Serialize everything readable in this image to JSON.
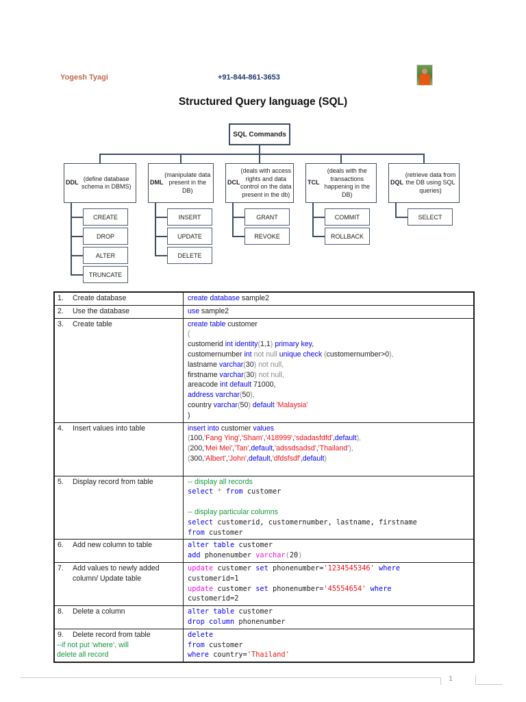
{
  "header": {
    "author": "Yogesh Tyagi",
    "phone": "+91-844-861-3653",
    "photo_icon": "person-portrait-photo"
  },
  "title": "Structured Query language (SQL)",
  "diagram": {
    "root": "SQL Commands",
    "branches": [
      {
        "abbr": "DDL",
        "desc": " (define database schema in DBMS)",
        "children": [
          "CREATE",
          "DROP",
          "ALTER",
          "TRUNCATE"
        ]
      },
      {
        "abbr": "DML",
        "desc": " (manipulate data present in the DB)",
        "children": [
          "INSERT",
          "UPDATE",
          "DELETE"
        ]
      },
      {
        "abbr": "DCL",
        "desc": " (deals with access rights and data control on the data present in the db)",
        "children": [
          "GRANT",
          "REVOKE"
        ]
      },
      {
        "abbr": "TCL",
        "desc": " (deals with the transactions happening in the DB)",
        "children": [
          "COMMIT",
          "ROLLBACK"
        ]
      },
      {
        "abbr": "DQL",
        "desc": " (retrieve data from the DB using SQL queries)",
        "children": [
          "SELECT"
        ]
      }
    ]
  },
  "colors": {
    "keyword_blue": "#0600ee",
    "string_red": "#ef1015",
    "comment_green": "#14993a",
    "function_magenta": "#f00fe0",
    "operator_gray": "#8a8a8a",
    "accent_orange": "#c0694a",
    "phone_navy": "#20386e",
    "diagram_line": "#3e4b60"
  },
  "table": {
    "rows": [
      {
        "num": "1.",
        "label": "Create database",
        "label_extra": [],
        "code": [
          {
            "mono": false,
            "segs": [
              [
                "create database ",
                "b"
              ],
              [
                "sample2",
                "k"
              ]
            ]
          }
        ]
      },
      {
        "num": "2.",
        "label": "Use the database",
        "label_extra": [],
        "code": [
          {
            "mono": false,
            "segs": [
              [
                "use ",
                "b"
              ],
              [
                "sample2",
                "k"
              ]
            ]
          }
        ]
      },
      {
        "num": "3.",
        "label": "Create table",
        "label_extra": [],
        "code": [
          {
            "mono": false,
            "segs": [
              [
                "create table ",
                "b"
              ],
              [
                "customer",
                "k"
              ]
            ]
          },
          {
            "mono": false,
            "segs": [
              [
                "(",
                "gy"
              ]
            ]
          },
          {
            "mono": false,
            "segs": [
              [
                "customerid ",
                "k"
              ],
              [
                "int identity",
                "b"
              ],
              [
                "(",
                "gy"
              ],
              [
                "1,1",
                "k"
              ],
              [
                ") ",
                "gy"
              ],
              [
                "primary key",
                "b"
              ],
              [
                ",",
                "k"
              ]
            ]
          },
          {
            "mono": false,
            "segs": [
              [
                "customernumber ",
                "k"
              ],
              [
                "int ",
                "b"
              ],
              [
                "not null ",
                "gy"
              ],
              [
                "unique check ",
                "b"
              ],
              [
                "(",
                "gy"
              ],
              [
                "customernumber>0",
                "k"
              ],
              [
                "),",
                "gy"
              ]
            ]
          },
          {
            "mono": false,
            "segs": [
              [
                "lastname ",
                "k"
              ],
              [
                "varchar",
                "b"
              ],
              [
                "(",
                "gy"
              ],
              [
                "30",
                "k"
              ],
              [
                ") ",
                "gy"
              ],
              [
                "not null,",
                "gy"
              ]
            ]
          },
          {
            "mono": false,
            "segs": [
              [
                "firstname ",
                "k"
              ],
              [
                "varchar",
                "b"
              ],
              [
                "(",
                "gy"
              ],
              [
                "30",
                "k"
              ],
              [
                ") ",
                "gy"
              ],
              [
                "not null,",
                "gy"
              ]
            ]
          },
          {
            "mono": false,
            "segs": [
              [
                "areacode ",
                "k"
              ],
              [
                "int default ",
                "b"
              ],
              [
                "71000,",
                "k"
              ]
            ]
          },
          {
            "mono": false,
            "segs": [
              [
                "address varchar",
                "b"
              ],
              [
                "(",
                "gy"
              ],
              [
                "50",
                "k"
              ],
              [
                "),",
                "gy"
              ]
            ]
          },
          {
            "mono": false,
            "segs": [
              [
                "country ",
                "k"
              ],
              [
                "varchar",
                "b"
              ],
              [
                "(",
                "gy"
              ],
              [
                "50",
                "k"
              ],
              [
                ") ",
                "gy"
              ],
              [
                "default ",
                "b"
              ],
              [
                "'Malaysia'",
                "r"
              ]
            ]
          },
          {
            "mono": false,
            "segs": [
              [
                ")",
                "k"
              ]
            ]
          }
        ]
      },
      {
        "num": "4.",
        "label": "Insert values into table",
        "label_extra": [],
        "code": [
          {
            "mono": false,
            "segs": [
              [
                "insert into ",
                "b"
              ],
              [
                "customer ",
                "k"
              ],
              [
                "values",
                "b"
              ]
            ]
          },
          {
            "mono": false,
            "segs": [
              [
                "(",
                "gy"
              ],
              [
                "100,",
                "k"
              ],
              [
                "'Fang Ying'",
                "r"
              ],
              [
                ",",
                "k"
              ],
              [
                "'Sham'",
                "r"
              ],
              [
                ",",
                "k"
              ],
              [
                "'418999'",
                "r"
              ],
              [
                ",",
                "k"
              ],
              [
                "'sdadasfdfd'",
                "r"
              ],
              [
                ",",
                "k"
              ],
              [
                "default",
                "b"
              ],
              [
                "),",
                "gy"
              ]
            ]
          },
          {
            "mono": false,
            "segs": [
              [
                "(",
                "gy"
              ],
              [
                "200,",
                "k"
              ],
              [
                "'Mei Mei'",
                "r"
              ],
              [
                ",",
                "k"
              ],
              [
                "'Tan'",
                "r"
              ],
              [
                ",",
                "k"
              ],
              [
                "default",
                "b"
              ],
              [
                ",",
                "k"
              ],
              [
                "'adssdsadsd'",
                "r"
              ],
              [
                ",",
                "k"
              ],
              [
                "'Thailand'",
                "r"
              ],
              [
                "),",
                "gy"
              ]
            ]
          },
          {
            "mono": false,
            "segs": [
              [
                "(",
                "gy"
              ],
              [
                "300,",
                "k"
              ],
              [
                "'Albert'",
                "r"
              ],
              [
                ",",
                "k"
              ],
              [
                "'John'",
                "r"
              ],
              [
                ",",
                "k"
              ],
              [
                "default",
                "b"
              ],
              [
                ",",
                "k"
              ],
              [
                "'dfdsfsdf'",
                "r"
              ],
              [
                ",",
                "k"
              ],
              [
                "default",
                "b"
              ],
              [
                ")",
                "gy"
              ]
            ]
          },
          {
            "mono": false,
            "segs": []
          }
        ]
      },
      {
        "num": "5.",
        "label": "Display record from table",
        "label_extra": [],
        "code": [
          {
            "mono": false,
            "segs": [
              [
                "-- display all records",
                "g"
              ]
            ]
          },
          {
            "mono": true,
            "segs": [
              [
                "select ",
                "b"
              ],
              [
                "* ",
                "gy"
              ],
              [
                "from ",
                "b"
              ],
              [
                "customer",
                "k"
              ]
            ]
          },
          {
            "mono": true,
            "segs": []
          },
          {
            "mono": false,
            "segs": [
              [
                "-- display particular columns",
                "g"
              ]
            ]
          },
          {
            "mono": true,
            "segs": [
              [
                "select ",
                "b"
              ],
              [
                "customerid, customernumber, lastname, firstname",
                "k"
              ]
            ]
          },
          {
            "mono": true,
            "segs": [
              [
                "from ",
                "b"
              ],
              [
                "customer",
                "k"
              ]
            ]
          }
        ]
      },
      {
        "num": "6.",
        "label": "Add new column to table",
        "label_extra": [],
        "code": [
          {
            "mono": true,
            "segs": [
              [
                "alter table ",
                "b"
              ],
              [
                "customer",
                "k"
              ]
            ]
          },
          {
            "mono": true,
            "segs": [
              [
                "add ",
                "b"
              ],
              [
                "phonenumber ",
                "k"
              ],
              [
                "varchar",
                "m"
              ],
              [
                "(",
                "gy"
              ],
              [
                "20",
                "k"
              ],
              [
                ")",
                "gy"
              ]
            ]
          }
        ]
      },
      {
        "num": "7.",
        "label": "Add values to newly added column/ Update table",
        "label_extra": [],
        "code": [
          {
            "mono": true,
            "segs": [
              [
                "update ",
                "m"
              ],
              [
                "customer ",
                "k"
              ],
              [
                "set ",
                "b"
              ],
              [
                "phonenumber=",
                "k"
              ],
              [
                "'1234545346' ",
                "r"
              ],
              [
                "where",
                "b"
              ]
            ]
          },
          {
            "mono": true,
            "segs": [
              [
                "customerid=1",
                "k"
              ]
            ]
          },
          {
            "mono": true,
            "segs": [
              [
                "update ",
                "m"
              ],
              [
                "customer ",
                "k"
              ],
              [
                "set ",
                "b"
              ],
              [
                "phonenumber=",
                "k"
              ],
              [
                "'45554654' ",
                "r"
              ],
              [
                "where",
                "b"
              ]
            ]
          },
          {
            "mono": true,
            "segs": [
              [
                "customerid=2",
                "k"
              ]
            ]
          }
        ]
      },
      {
        "num": "8.",
        "label": "Delete a column",
        "label_extra": [],
        "code": [
          {
            "mono": true,
            "segs": [
              [
                "alter table ",
                "b"
              ],
              [
                "customer",
                "k"
              ]
            ]
          },
          {
            "mono": true,
            "segs": [
              [
                "drop column ",
                "b"
              ],
              [
                "phonenumber",
                "k"
              ]
            ]
          }
        ]
      },
      {
        "num": "9.",
        "label": "Delete record from table",
        "label_extra": [
          {
            "t": "--if not put ‘where’, will",
            "c": "g"
          },
          {
            "t": "delete all record",
            "c": "g"
          }
        ],
        "code": [
          {
            "mono": true,
            "segs": [
              [
                "delete",
                "b"
              ]
            ]
          },
          {
            "mono": true,
            "segs": [
              [
                "from ",
                "b"
              ],
              [
                "customer",
                "k"
              ]
            ]
          },
          {
            "mono": true,
            "segs": [
              [
                "where ",
                "b"
              ],
              [
                "country=",
                "k"
              ],
              [
                "'Thailand'",
                "r"
              ]
            ]
          }
        ]
      }
    ]
  },
  "footer": {
    "page_number": "1"
  }
}
